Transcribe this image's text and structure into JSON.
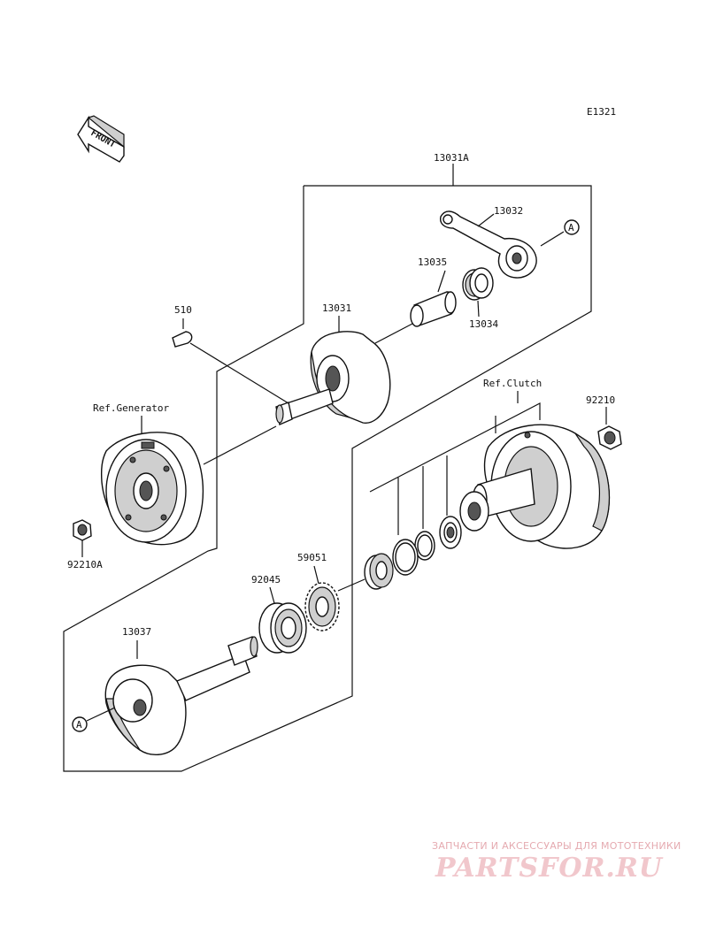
{
  "diagram_code": "E1321",
  "front_label": "FRONT",
  "parts": {
    "conrod_assy": "13031A",
    "conrod": "13032",
    "crank_pin": "13035",
    "needle_bearing": "13034",
    "crank_left": "13031",
    "woodruff_key": "510",
    "crank_right": "13037",
    "ball_bearing": "92045",
    "gear": "59051",
    "nut_right": "92210",
    "nut_left": "92210A"
  },
  "refs": {
    "generator": "Ref.Generator",
    "clutch": "Ref.Clutch"
  },
  "connector_mark": "A",
  "watermark": {
    "tagline": "ЗАПЧАСТИ И АКСЕССУАРЫ ДЛЯ МОТОТЕХНИКИ",
    "logo": "PARTSFOR.RU"
  },
  "colors": {
    "line": "#111111",
    "watermark": "#f1c7cc"
  }
}
